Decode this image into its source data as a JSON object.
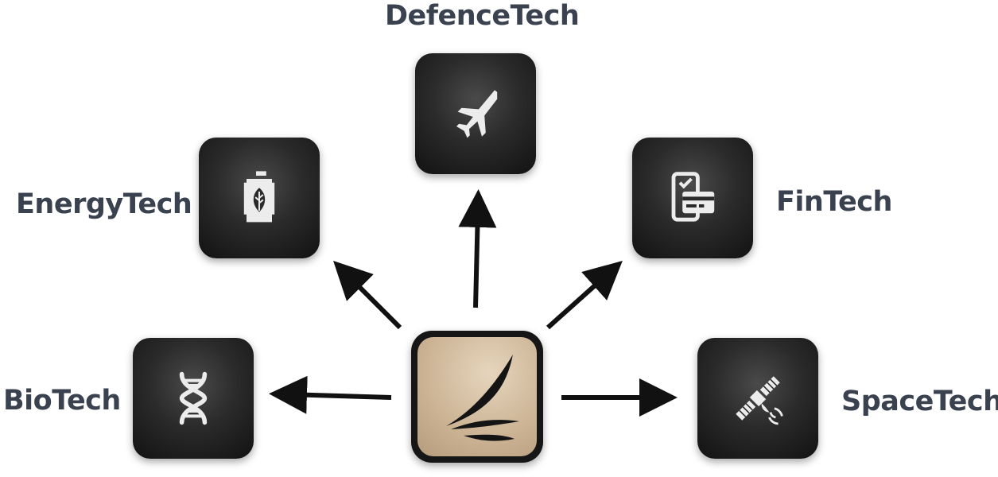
{
  "hub": {
    "icon": "brand-swoosh-logo-icon",
    "color": "#cdb596"
  },
  "nodes": [
    {
      "id": "defencetech",
      "label": "DefenceTech",
      "icon": "fighter-jet-icon"
    },
    {
      "id": "energytech",
      "label": "EnergyTech",
      "icon": "fuel-can-leaf-icon"
    },
    {
      "id": "fintech",
      "label": "FinTech",
      "icon": "phone-card-payment-icon"
    },
    {
      "id": "biotech",
      "label": "BioTech",
      "icon": "dna-helix-icon"
    },
    {
      "id": "spacetech",
      "label": "SpaceTech",
      "icon": "satellite-icon"
    }
  ],
  "colors": {
    "tile": "#222222",
    "label": "#3a4250",
    "arrow": "#111111"
  }
}
